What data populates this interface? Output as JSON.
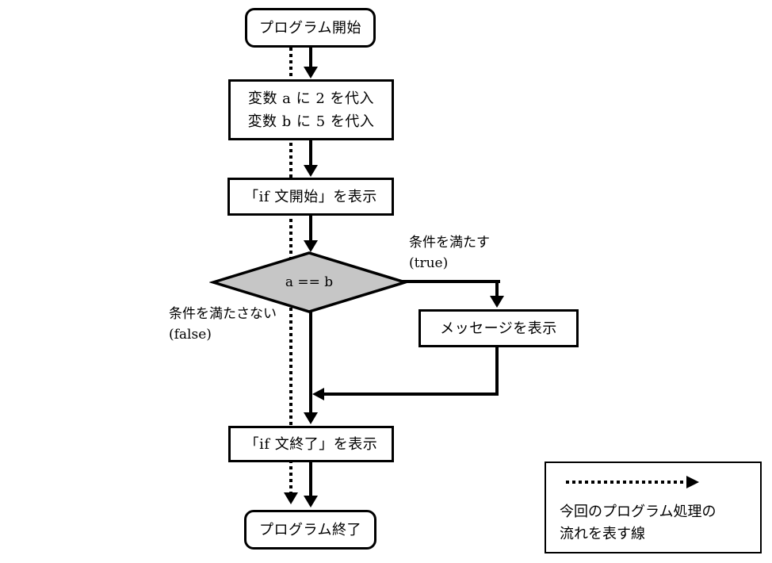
{
  "colors": {
    "line": "#000000",
    "diamond_fill": "#c6c6c6",
    "node_fill": "#ffffff",
    "background": "#ffffff"
  },
  "nodes": {
    "start": {
      "label": "プログラム開始"
    },
    "assign": {
      "line1": "変数 a に 2 を代入",
      "line2": "変数 b に 5 を代入"
    },
    "if_start": {
      "label": "「if 文開始」を表示"
    },
    "condition": {
      "label": "a == b"
    },
    "message": {
      "label": "メッセージを表示"
    },
    "if_end": {
      "label": "「if 文終了」を表示"
    },
    "end": {
      "label": "プログラム終了"
    }
  },
  "branches": {
    "true_line1": "条件を満たす",
    "true_line2": "(true)",
    "false_line1": "条件を満たさない",
    "false_line2": "(false)"
  },
  "legend": {
    "line1": "今回のプログラム処理の",
    "line2": "流れを表す線"
  }
}
